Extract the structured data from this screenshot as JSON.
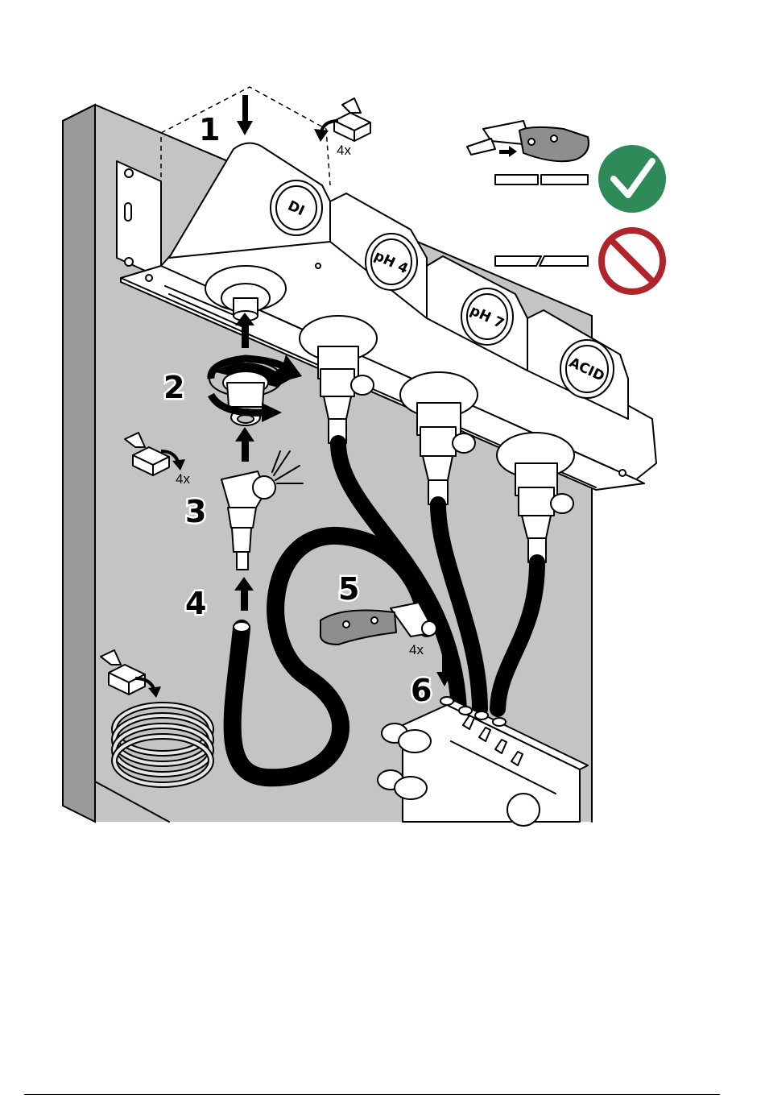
{
  "steps": {
    "s1": "1",
    "s2": "2",
    "s3": "3",
    "s4": "4",
    "s5": "5",
    "s6": "6"
  },
  "multipliers": {
    "top": "4x",
    "left": "4x",
    "knife": "4x"
  },
  "bottle_labels": [
    "DI",
    "pH 4",
    "pH 7",
    "ACID"
  ],
  "icons": {
    "correct": "check-icon",
    "wrong": "prohibited-icon",
    "tool": "utility-knife-icon",
    "package": "open-box-icon"
  },
  "colors": {
    "panel_grey": "#c4c4c4",
    "correct_green": "#2e8b57",
    "wrong_red": "#b0242b",
    "knife_grey": "#8e8e8e"
  }
}
